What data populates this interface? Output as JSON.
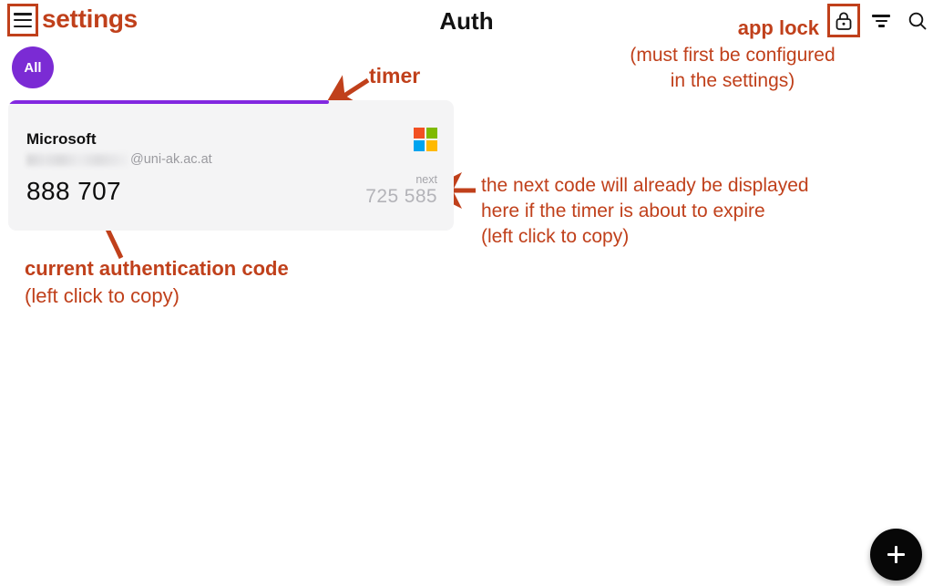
{
  "app": {
    "title": "Auth"
  },
  "topbar": {
    "menu_icon": "hamburger-menu-icon",
    "lock_icon": "padlock-icon",
    "filter_icon": "filter-sort-icon",
    "search_icon": "search-icon"
  },
  "filters": {
    "chips": [
      {
        "label": "All",
        "color": "#7B2BD4",
        "selected": true
      }
    ]
  },
  "account_card": {
    "issuer": "Microsoft",
    "account_blurred": true,
    "account_domain": "@uni-ak.ac.at",
    "current_code": "888 707",
    "next_label": "next",
    "next_code": "725 585",
    "timer_percent": 72,
    "timer_color": "#8228E0",
    "card_background": "#F4F4F5",
    "logo": {
      "name": "microsoft-logo",
      "colors": [
        "#F25022",
        "#7FBA00",
        "#00A4EF",
        "#FFB900"
      ]
    }
  },
  "fab": {
    "label": "+",
    "icon": "plus-icon",
    "color": "#070707"
  },
  "annotations": {
    "color": "#C0401B",
    "settings": "settings",
    "app_lock": "app lock",
    "app_lock_sub": "(must first be configured\nin the settings)",
    "app_lock_sub_line1": "(must first be configured",
    "app_lock_sub_line2": "in the settings)",
    "timer": "timer",
    "next_code_note_line1": "the next code will already be displayed",
    "next_code_note_line2": "here if the timer is about to expire",
    "next_code_note_line3": "(left click to copy)",
    "current_code_note_bold": "current authentication code",
    "current_code_note_sub": "(left click to copy)"
  }
}
